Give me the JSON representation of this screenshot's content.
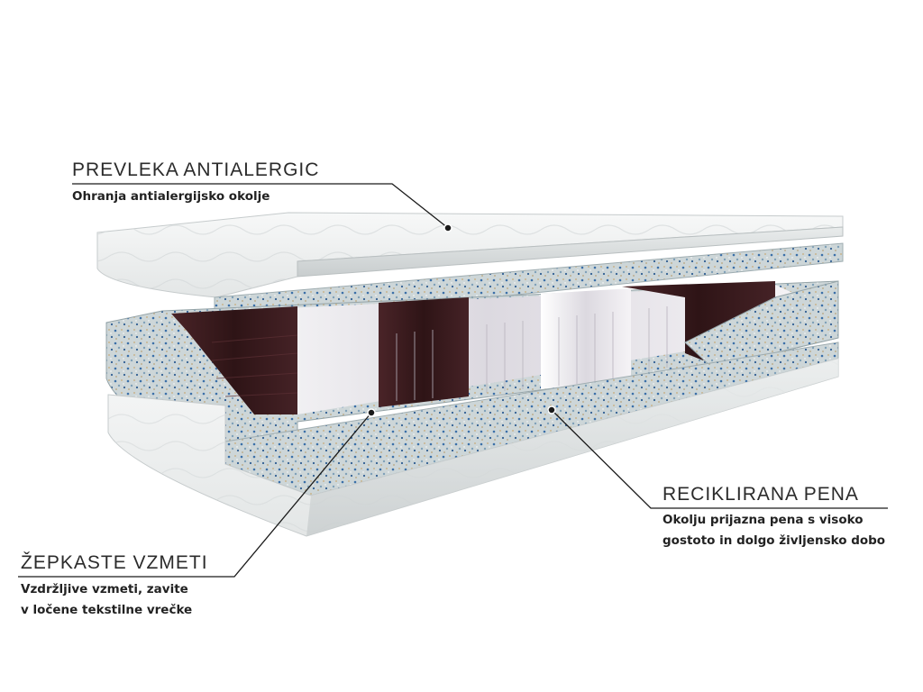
{
  "callouts": {
    "cover": {
      "title": "PREVLEKA ANTIALERGIC",
      "description": [
        "Ohranja antialergijsko okolje"
      ]
    },
    "foam": {
      "title": "RECIKLIRANA PENA",
      "description": [
        "Okolju prijazna pena s visoko",
        "gostoto in dolgo življensko dobo"
      ]
    },
    "springs": {
      "title": "ŽEPKASTE VZMETI",
      "description": [
        "Vzdržljive vzmeti, zavite",
        "v ločene tekstilne vrečke"
      ]
    }
  },
  "colors": {
    "cover": "#eef0ef",
    "foam": "#c9d3d6",
    "foam_speck_blue": "#3b6fa8",
    "foam_speck_tan": "#c9b48d",
    "spring_pocket_dark": "#3a1c1f",
    "spring_pocket_light": "#f3f1f4",
    "leader_line": "#1a1a1a"
  }
}
